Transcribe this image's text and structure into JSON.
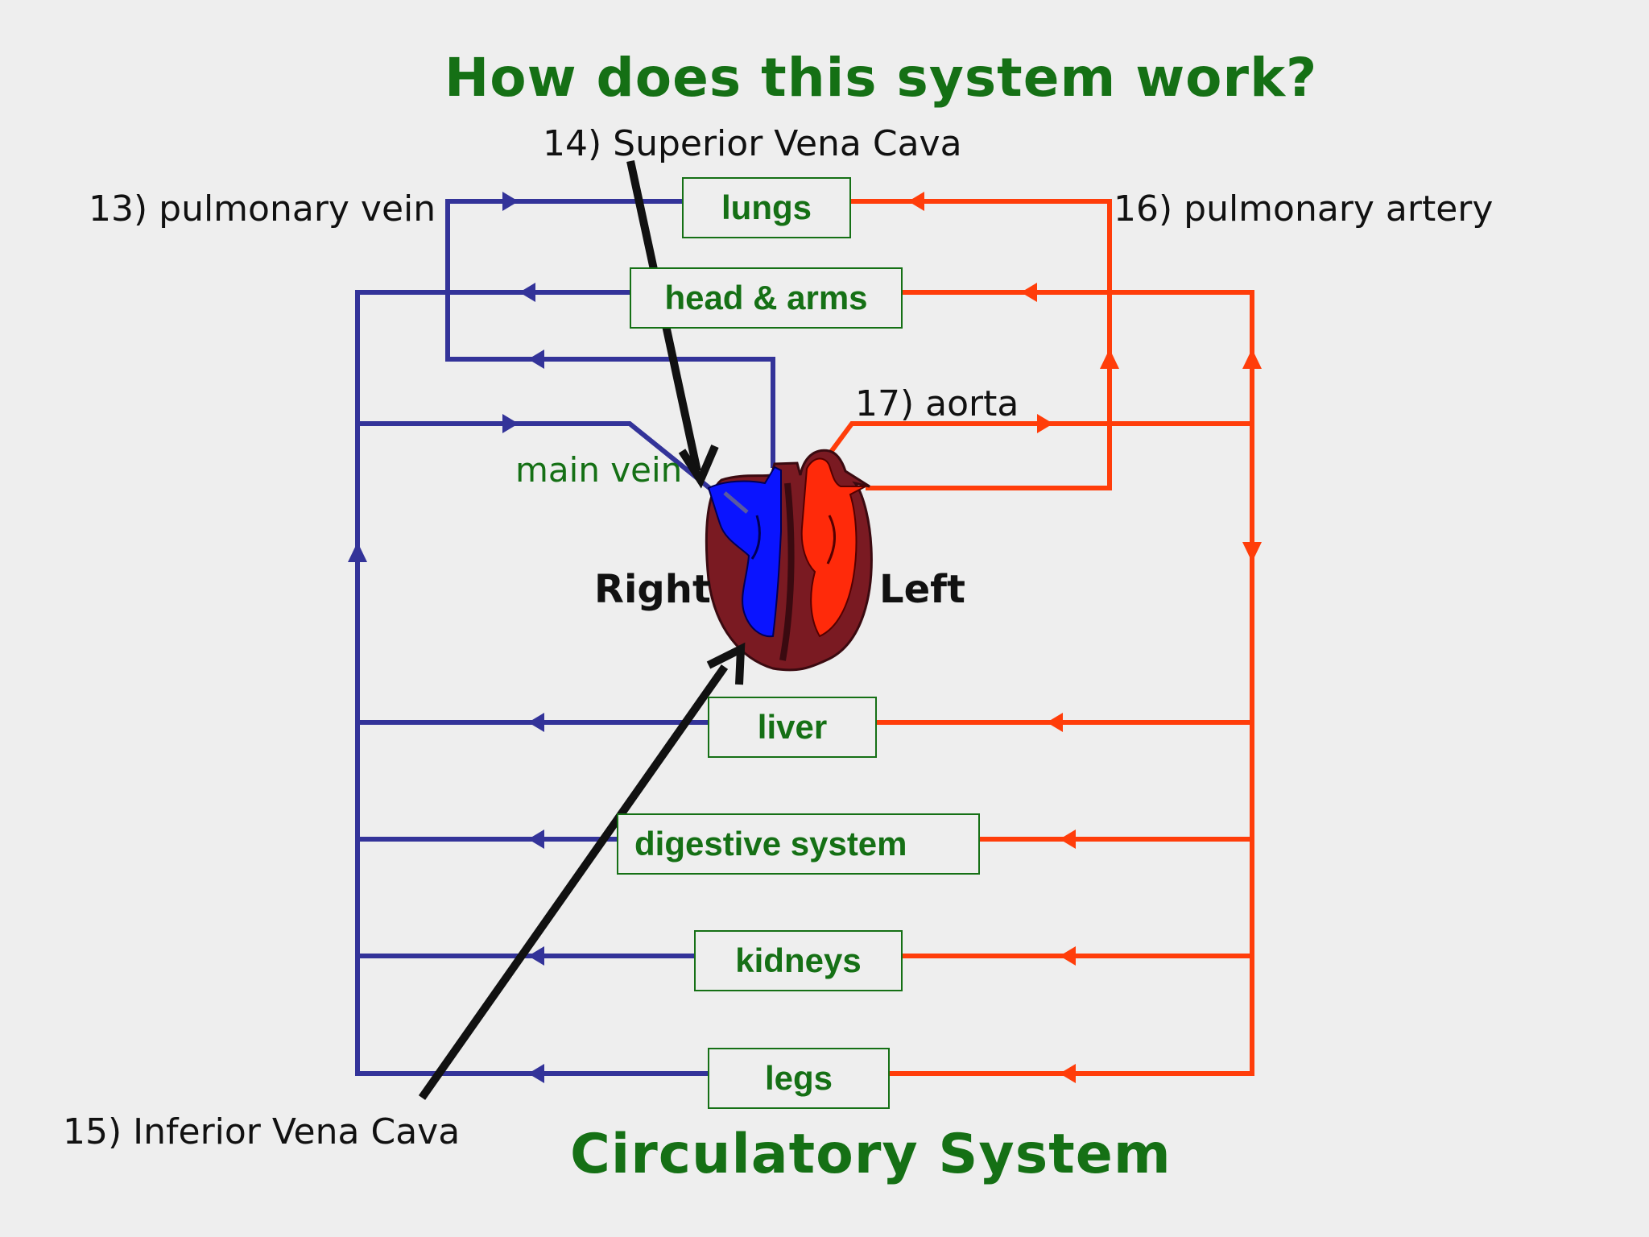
{
  "title": "How does this system work?",
  "footer_title": "Circulatory System",
  "labels": {
    "pulmonary_vein": "13) pulmonary vein",
    "superior_vena_cava": "14) Superior Vena Cava",
    "inferior_vena_cava": "15) Inferior Vena Cava",
    "pulmonary_artery": "16) pulmonary artery",
    "aorta": "17) aorta",
    "main_vein": "main vein",
    "right": "Right",
    "left": "Left"
  },
  "organs": {
    "lungs": "lungs",
    "head_arms": "head & arms",
    "liver": "liver",
    "digestive": "digestive system",
    "kidneys": "kidneys",
    "legs": "legs"
  },
  "colors": {
    "vein": "#333399",
    "artery": "#ff3d0a",
    "text_green": "#157015",
    "heart_blue": "#0a14ff",
    "heart_red": "#ff2a0a",
    "heart_dark": "#7a1a22",
    "background": "#eeeeee"
  }
}
